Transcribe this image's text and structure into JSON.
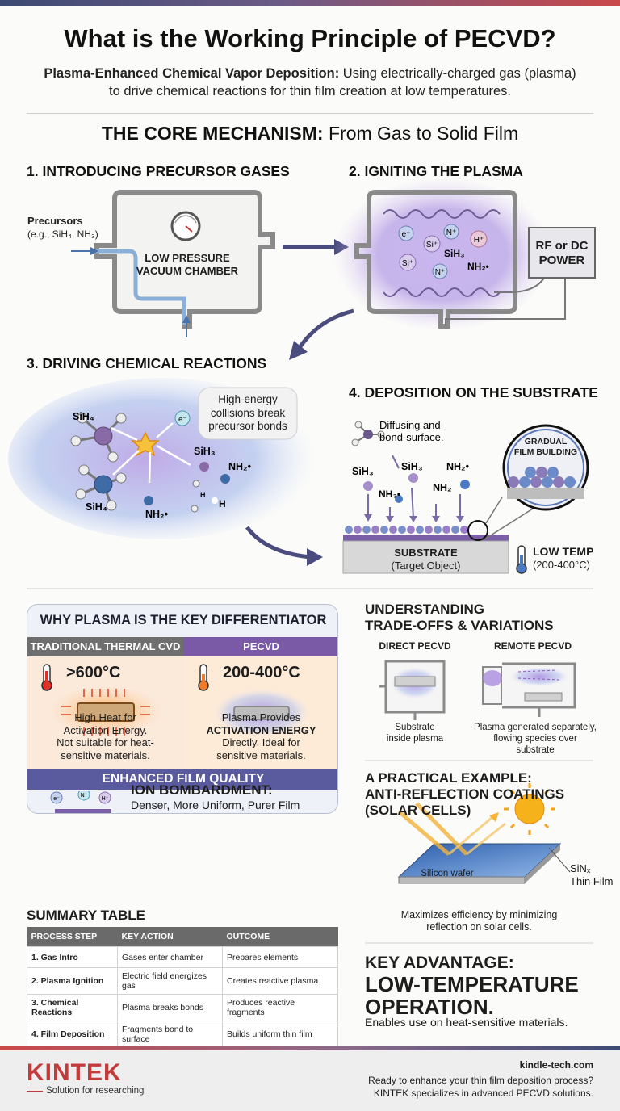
{
  "header": {
    "title": "What is the Working Principle of PECVD?",
    "subtitle_bold": "Plasma-Enhanced Chemical Vapor Deposition:",
    "subtitle_rest": " Using electrically-charged gas (plasma) to drive chemical reactions for thin film creation at low temperatures."
  },
  "core": {
    "bold": "THE CORE MECHANISM:",
    "rest": " From Gas to Solid Film"
  },
  "step1": {
    "title": "1. INTRODUCING PRECURSOR GASES",
    "precursors": "Precursors",
    "precursors_eg": "(e.g., SiH₄, NH₃)",
    "chamber_line1": "LOW PRESSURE",
    "chamber_line2": "VACUUM CHAMBER"
  },
  "step2": {
    "title": "2. IGNITING THE PLASMA",
    "power_line1": "RF or DC",
    "power_line2": "POWER",
    "species": [
      "e⁻",
      "N⁺",
      "Si⁺",
      "H⁺",
      "Si⁺",
      "SiH₃",
      "N⁺",
      "NH₂•"
    ]
  },
  "step3": {
    "title": "3. DRIVING CHEMICAL REACTIONS",
    "callout_line1": "High-energy",
    "callout_line2": "collisions break",
    "callout_line3": "precursor bonds",
    "labels": [
      "SiH₄",
      "e⁻",
      "SiH₃",
      "NH₂•",
      "SiH₄",
      "NH₂•",
      "H",
      "H"
    ]
  },
  "step4": {
    "title": "4. DEPOSITION ON THE SUBSTRATE",
    "diffusing_line1": "Diffusing and",
    "diffusing_line2": "bond-surface.",
    "labels": [
      "SiH₃",
      "SiH₃",
      "NH₂•",
      "NH₃•",
      "NH₂"
    ],
    "substrate": "SUBSTRATE",
    "substrate_sub": "(Target Object)",
    "gradual_line1": "GRADUAL",
    "gradual_line2": "FILM BUILDING",
    "lowtemp": "LOW TEMP",
    "lowtemp_range": "(200-400°C)"
  },
  "plasma_panel": {
    "title": "WHY PLASMA IS THE KEY DIFFERENTIATOR",
    "col_thermal": "TRADITIONAL THERMAL CVD",
    "col_pecvd": "PECVD",
    "temp_thermal": ">600°C",
    "temp_pecvd": "200-400°C",
    "thermal_line1": "High Heat for",
    "thermal_line2": "Activation Energy.",
    "thermal_line3": "Not suitable for heat-",
    "thermal_line4": "sensitive materials.",
    "pecvd_line1": "Plasma Provides",
    "pecvd_line2": "ACTIVATION ENERGY",
    "pecvd_line3": "Directly. Ideal for",
    "pecvd_line4": "sensitive materials.",
    "enhanced": "ENHANCED FILM QUALITY",
    "ion_title": "ION BOMBARDMENT:",
    "ion_sub": "Denser, More Uniform, Purer Film",
    "ion_species": [
      "e⁻",
      "N⁺",
      "H⁺"
    ]
  },
  "summary": {
    "title": "SUMMARY TABLE",
    "headers": [
      "PROCESS STEP",
      "KEY ACTION",
      "OUTCOME"
    ],
    "rows": [
      [
        "1. Gas Intro",
        "Gases enter chamber",
        "Prepares elements"
      ],
      [
        "2. Plasma Ignition",
        "Electric field energizes gas",
        "Creates reactive plasma"
      ],
      [
        "3. Chemical Reactions",
        "Plasma breaks bonds",
        "Produces reactive fragments"
      ],
      [
        "4. Film Deposition",
        "Fragments bond to surface",
        "Builds uniform thin film"
      ]
    ]
  },
  "tradeoffs": {
    "title_line1": "UNDERSTANDING",
    "title_line2": "TRADE-OFFS & VARIATIONS",
    "direct": "DIRECT PECVD",
    "remote": "REMOTE PECVD",
    "direct_desc_line1": "Substrate",
    "direct_desc_line2": "inside plasma",
    "remote_desc_line1": "Plasma generated separately,",
    "remote_desc_line2": "flowing species over",
    "remote_desc_line3": "substrate"
  },
  "example": {
    "title_line1": "A PRACTICAL EXAMPLE:",
    "title_line2": "ANTI-REFLECTION COATINGS",
    "title_line3": "(SOLAR CELLS)",
    "film_line1": "SiNₓ",
    "film_line2": "Thin Film",
    "wafer": "Silicon wafer",
    "desc_line1": "Maximizes efficiency by minimizing",
    "desc_line2": "reflection on solar cells."
  },
  "advantage": {
    "line1": "KEY ADVANTAGE:",
    "line2": "LOW-TEMPERATURE",
    "line3": "OPERATION.",
    "line4": "Enables use on heat-sensitive materials."
  },
  "footer": {
    "brand": "KINTEK",
    "tagline": "Solution for researching",
    "site": "kindle-tech.com",
    "cta_line1": "Ready to enhance your thin film deposition process?",
    "cta_line2": "KINTEK specializes in advanced PECVD solutions."
  },
  "colors": {
    "accent_purple": "#7a5aa6",
    "heat_orange": "#f07a2a",
    "enhanced_bar": "#5a5b9e",
    "chamber_gray": "#8a8a8a"
  }
}
